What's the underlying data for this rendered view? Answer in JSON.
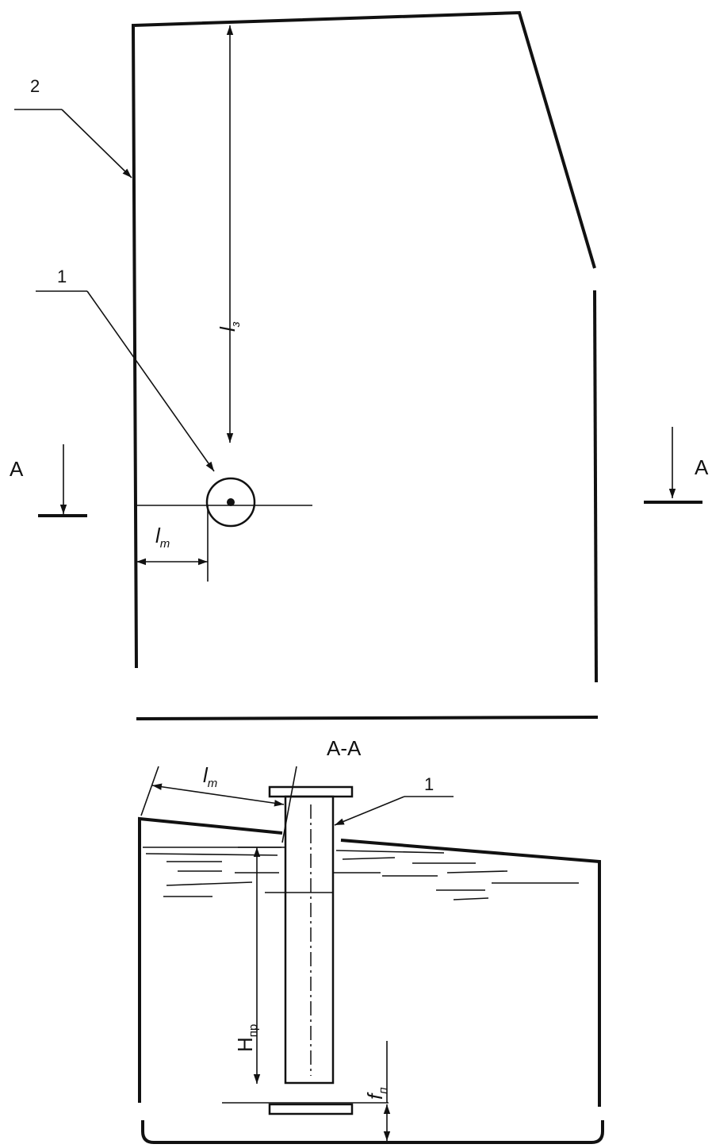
{
  "labels": {
    "callout_1": "1",
    "callout_2": "2",
    "section_left": "A",
    "section_right": "A",
    "section_title": "A-A",
    "callout_1_section": "1"
  },
  "dimensions": {
    "l3": {
      "main": "l",
      "sub": "з"
    },
    "lt_plan": {
      "main": "l",
      "sub": "т"
    },
    "lt_section": {
      "main": "l",
      "sub": "т"
    },
    "hpr": {
      "main": "H",
      "sub": "пр"
    },
    "fp": {
      "main": "f",
      "sub": "п"
    }
  }
}
